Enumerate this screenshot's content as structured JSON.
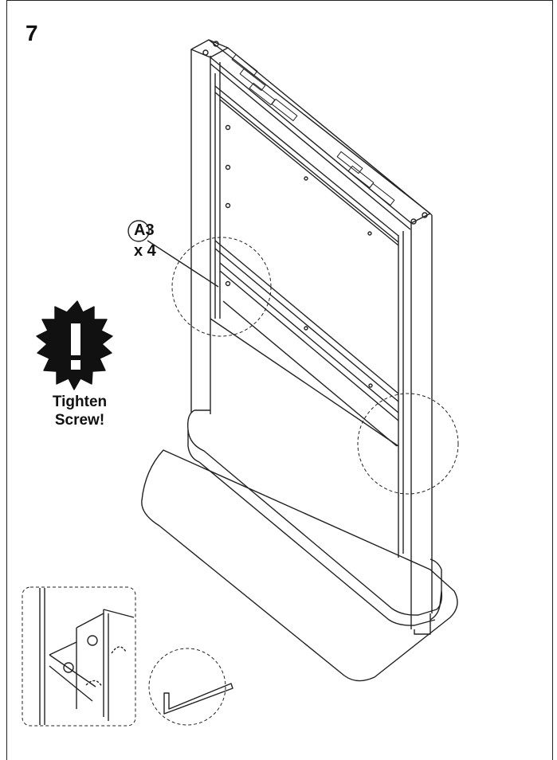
{
  "step": {
    "number": "7"
  },
  "part": {
    "label": "A3",
    "quantity": "x 4"
  },
  "warning": {
    "line1": "Tighten",
    "line2": "Screw!"
  },
  "icons": {
    "warning": "exclamation-starburst-icon",
    "tool": "allen-key-icon"
  },
  "colors": {
    "line": "#222222",
    "fill": "#111111",
    "background": "#ffffff"
  }
}
